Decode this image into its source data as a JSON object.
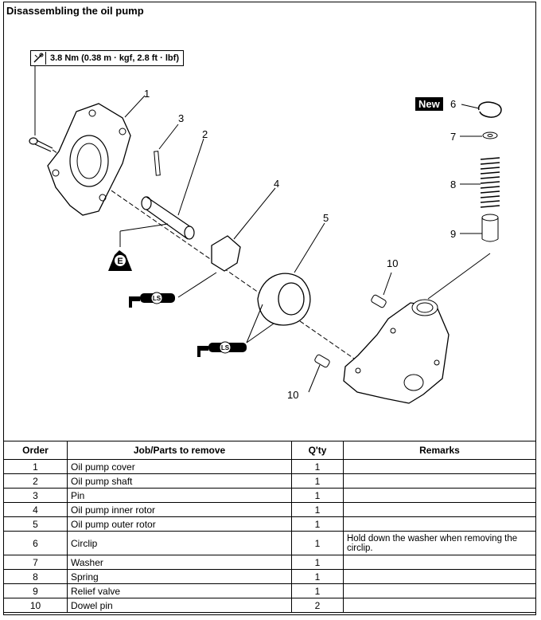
{
  "title": "Disassembling the oil pump",
  "torque_spec": "3.8 Nm (0.38 m · kgf, 2.8 ft · lbf)",
  "new_badge": "New",
  "callouts": [
    "1",
    "2",
    "3",
    "4",
    "5",
    "6",
    "7",
    "8",
    "9",
    "10",
    "10"
  ],
  "symbols": {
    "engine_oil": "E",
    "lithium_grease_1": "LS",
    "lithium_grease_2": "LS"
  },
  "table": {
    "headers": [
      "Order",
      "Job/Parts to remove",
      "Q'ty",
      "Remarks"
    ],
    "rows": [
      {
        "order": "1",
        "part": "Oil pump cover",
        "qty": "1",
        "remarks": ""
      },
      {
        "order": "2",
        "part": "Oil pump shaft",
        "qty": "1",
        "remarks": ""
      },
      {
        "order": "3",
        "part": "Pin",
        "qty": "1",
        "remarks": ""
      },
      {
        "order": "4",
        "part": "Oil pump inner rotor",
        "qty": "1",
        "remarks": ""
      },
      {
        "order": "5",
        "part": "Oil pump outer rotor",
        "qty": "1",
        "remarks": ""
      },
      {
        "order": "6",
        "part": "Circlip",
        "qty": "1",
        "remarks": "Hold down the washer when removing the circlip."
      },
      {
        "order": "7",
        "part": "Washer",
        "qty": "1",
        "remarks": ""
      },
      {
        "order": "8",
        "part": "Spring",
        "qty": "1",
        "remarks": ""
      },
      {
        "order": "9",
        "part": "Relief valve",
        "qty": "1",
        "remarks": ""
      },
      {
        "order": "10",
        "part": "Dowel pin",
        "qty": "2",
        "remarks": ""
      }
    ]
  }
}
